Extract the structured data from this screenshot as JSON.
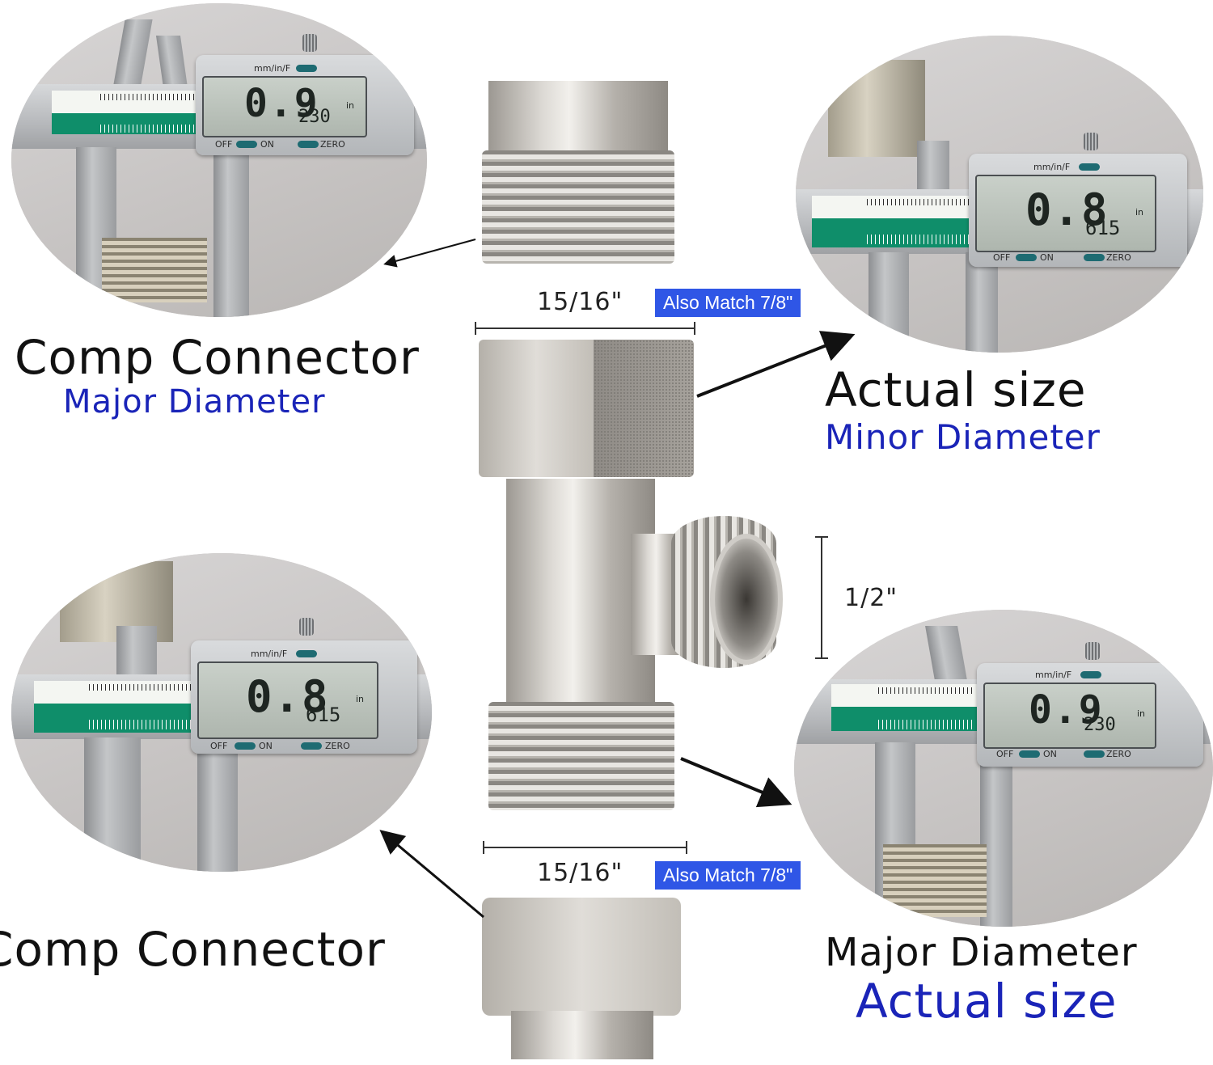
{
  "calipers": {
    "top_left": {
      "reading_main": "0.9",
      "reading_sub": "230",
      "unit": "in",
      "mode_label": "mm/in/F",
      "off_label": "OFF",
      "on_label": "ON",
      "zero_label": "ZERO"
    },
    "top_right": {
      "reading_main": "0.8",
      "reading_sub": "615",
      "unit": "in",
      "mode_label": "mm/in/F",
      "off_label": "OFF",
      "on_label": "ON",
      "zero_label": "ZERO"
    },
    "bottom_left": {
      "reading_main": "0.8",
      "reading_sub": "615",
      "unit": "in",
      "mode_label": "mm/in/F",
      "off_label": "OFF",
      "on_label": "ON",
      "zero_label": "ZERO"
    },
    "bottom_right": {
      "reading_main": "0.9",
      "reading_sub": "230",
      "unit": "in",
      "mode_label": "mm/in/F",
      "off_label": "OFF",
      "on_label": "ON",
      "zero_label": "ZERO"
    }
  },
  "labels": {
    "comp_connector_top": "Comp Connector",
    "major_diameter_top": "Major Diameter",
    "actual_size_top": "Actual size",
    "minor_diameter": "Minor Diameter",
    "comp_connector_bottom": "Comp Connector",
    "major_diameter_bottom": "Major Diameter",
    "actual_size_bottom": "Actual size"
  },
  "dimensions": {
    "top_width": "15/16\"",
    "top_badge": "Also Match 7/8\"",
    "side_height": "1/2\"",
    "bottom_width": "15/16\"",
    "bottom_badge": "Also Match 7/8\""
  },
  "colors": {
    "blue_text": "#1a24b8",
    "badge_bg": "#2f56e6",
    "caliper_scale": "#0f8e6a"
  }
}
